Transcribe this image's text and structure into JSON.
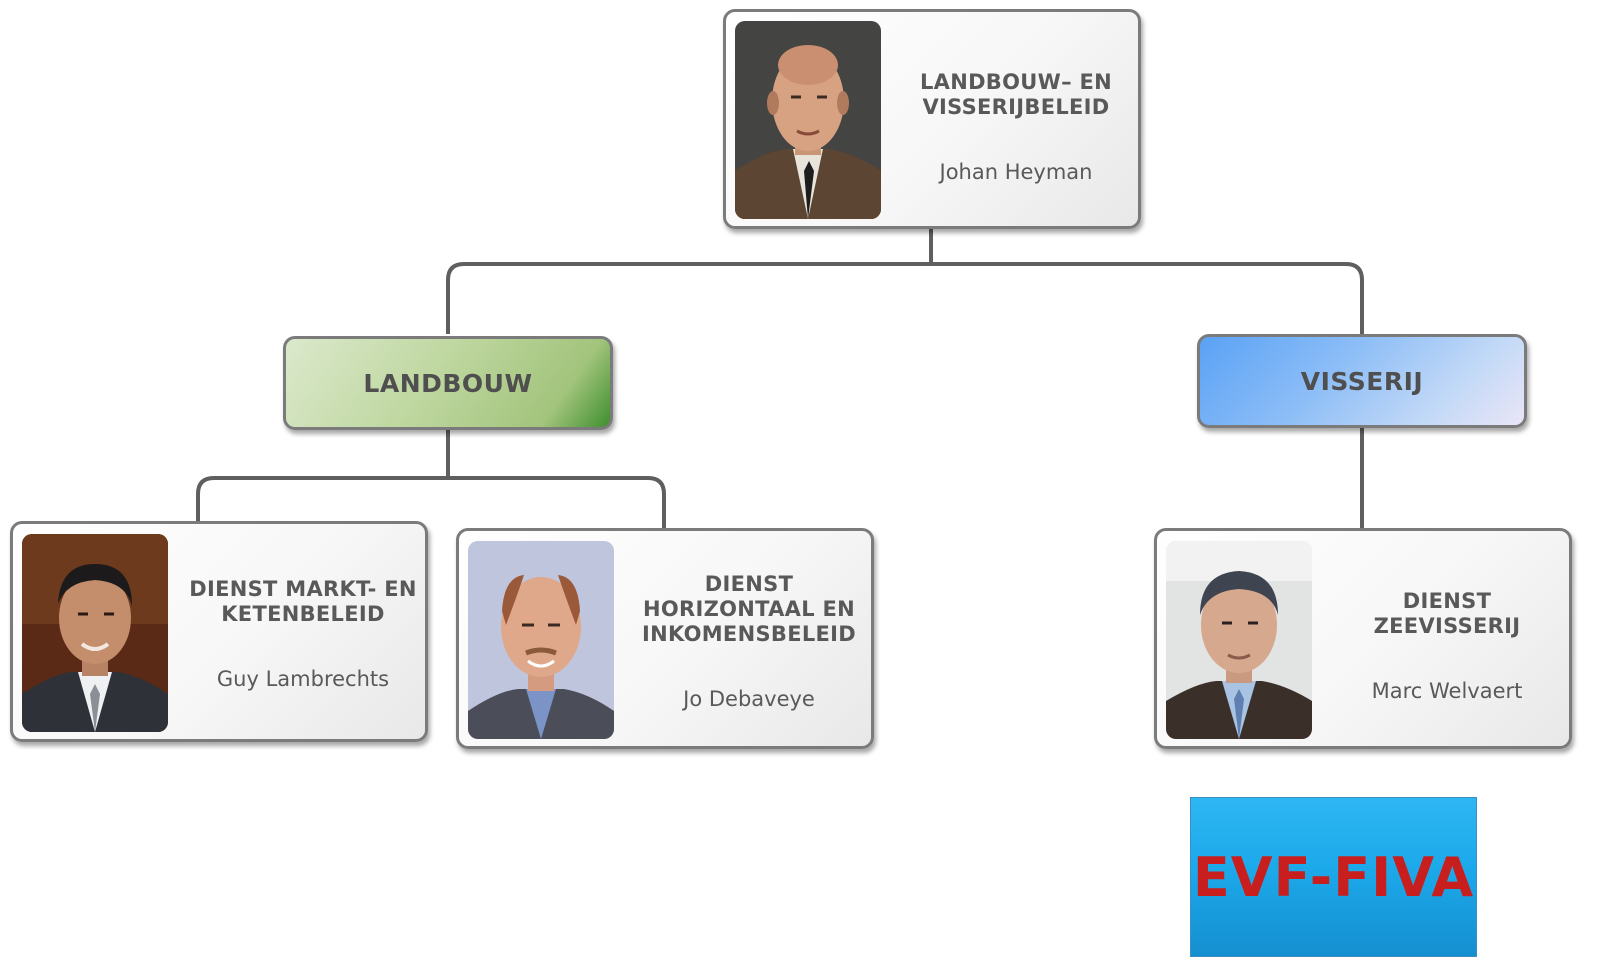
{
  "top": {
    "title": "LANDBOUW– EN\nVISSERIJBELEID",
    "name": "Johan Heyman"
  },
  "departments": {
    "landbouw": "LANDBOUW",
    "visserij": "VISSERIJ"
  },
  "services": [
    {
      "title": "DIENST MARKT- EN\nKETENBELEID",
      "name": "Guy Lambrechts"
    },
    {
      "title": "DIENST\nHORIZONTAAL EN\nINKOMENSBELEID",
      "name": "Jo Debaveye"
    },
    {
      "title": "DIENST\nZEEVISSERIJ",
      "name": "Marc Welvaert"
    }
  ],
  "evf_label": "EVF-FIVA",
  "colors": {
    "connector": "#5f5f5f",
    "text": "#595959",
    "landbouw_accent": "#a2c47c",
    "visserij_accent": "#5aa2f5",
    "evf_background": "#1ca9ea",
    "evf_text": "#c81e1e"
  }
}
